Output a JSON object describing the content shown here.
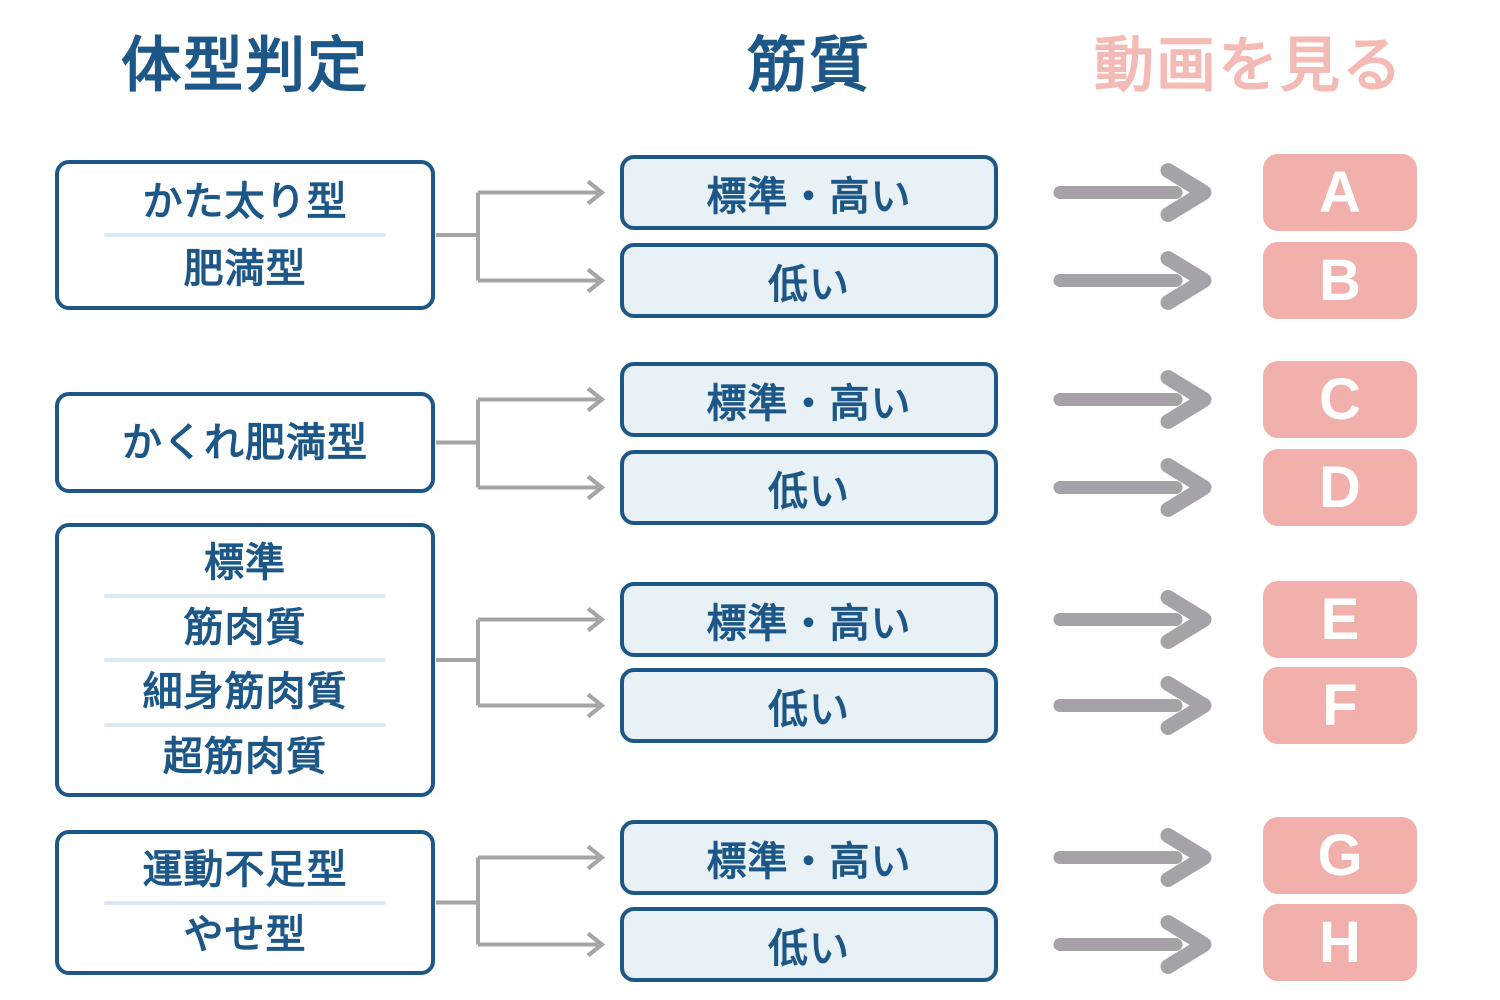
{
  "headers": {
    "left": "体型判定",
    "middle": "筋質",
    "right": "動画を見る"
  },
  "colors": {
    "dark_blue": "#1d5787",
    "muscle_box_fill": "#e8f1f6",
    "divider_light_blue": "#dbeaf2",
    "video_box_pink": "#f1b0ab",
    "header_pink": "#f4bab5",
    "connector_gray": "#a6a4a6",
    "arrow_gray": "#a7a1a9",
    "letter_white": "#ffffff"
  },
  "rows": [
    {
      "body_types": [
        "かた太り型",
        "肥満型"
      ],
      "muscle_options": [
        {
          "label": "標準・高い",
          "video": "A"
        },
        {
          "label": "低い",
          "video": "B"
        }
      ]
    },
    {
      "body_types": [
        "かくれ肥満型"
      ],
      "muscle_options": [
        {
          "label": "標準・高い",
          "video": "C"
        },
        {
          "label": "低い",
          "video": "D"
        }
      ]
    },
    {
      "body_types": [
        "標準",
        "筋肉質",
        "細身筋肉質",
        "超筋肉質"
      ],
      "muscle_options": [
        {
          "label": "標準・高い",
          "video": "E"
        },
        {
          "label": "低い",
          "video": "F"
        }
      ]
    },
    {
      "body_types": [
        "運動不足型",
        "やせ型"
      ],
      "muscle_options": [
        {
          "label": "標準・高い",
          "video": "G"
        },
        {
          "label": "低い",
          "video": "H"
        }
      ]
    }
  ]
}
